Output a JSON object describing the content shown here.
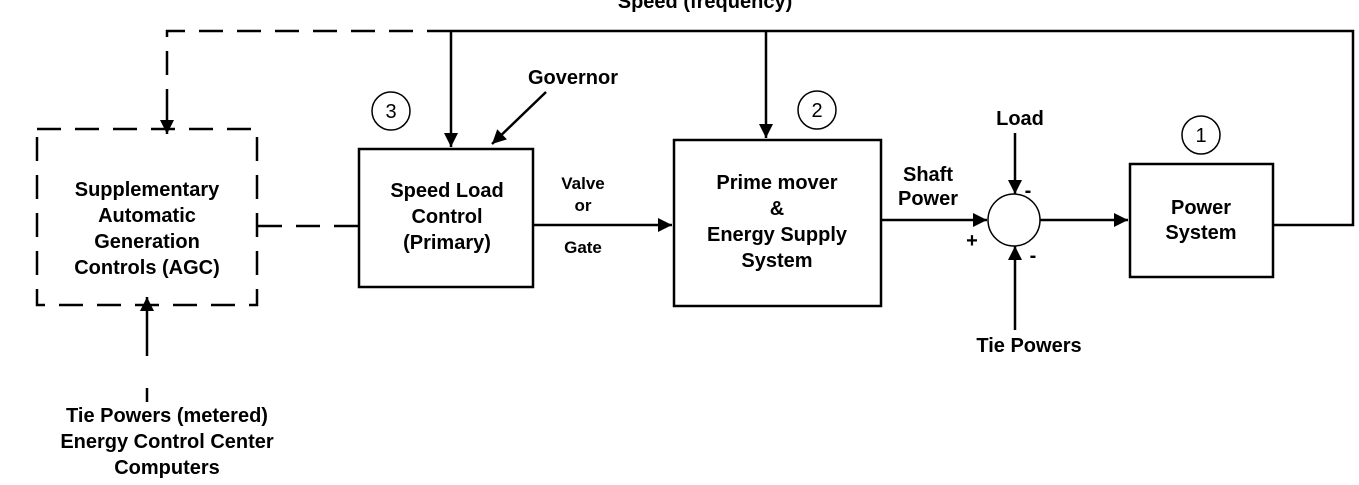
{
  "diagram": {
    "feedback_label": "Speed (frequency)",
    "agc": {
      "line1": "Supplementary",
      "line2": "Automatic",
      "line3": "Generation",
      "line4": "Controls (AGC)"
    },
    "agc_input": {
      "line1": "Tie Powers (metered)",
      "line2": "Energy Control Center",
      "line3": "Computers"
    },
    "speed_load": {
      "number": "3",
      "line1": "Speed Load",
      "line2": "Control",
      "line3": "(Primary)"
    },
    "governor_label": "Governor",
    "valve_label": {
      "line1": "Valve",
      "line2": "or",
      "line3": "Gate"
    },
    "prime_mover": {
      "number": "2",
      "line1": "Prime mover",
      "line2": "&",
      "line3": "Energy Supply",
      "line4": "System"
    },
    "shaft_label": {
      "line1": "Shaft",
      "line2": "Power"
    },
    "summing": {
      "load_label": "Load",
      "tie_label": "Tie Powers",
      "sign_plus": "+",
      "sign_minus_top": "-",
      "sign_minus_bottom": "-"
    },
    "power_system": {
      "number": "1",
      "line1": "Power",
      "line2": "System"
    }
  }
}
